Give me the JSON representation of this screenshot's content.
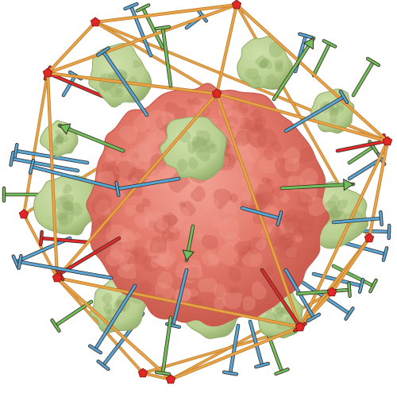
{
  "colors": {
    "core": "#e47a6c",
    "core_shade": "#c95a4d",
    "core_highlight": "#f09a8c",
    "knob": "#b8cf8f",
    "knob_shade": "#8fab66",
    "frame": "#e9a348",
    "frame_shadow": "#b97824",
    "vertex": "#e12626",
    "spike_blue": "#56a8d8",
    "spike_green": "#6fc05a",
    "spike_red": "#e02a2a",
    "outline": "#3a2a24",
    "background": "#ffffff"
  },
  "subject": {
    "core_label": "capsid-core",
    "knob_label": "surface-protein-cluster",
    "frame_label": "icosahedral-cage",
    "spike_label": "fiber-spike"
  }
}
